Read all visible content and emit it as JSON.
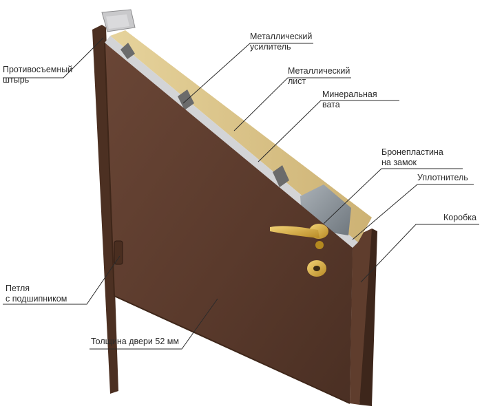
{
  "colors": {
    "door_leaf": "#5a3a2c",
    "door_edge": "#3e2619",
    "frame": "#6b4532",
    "insulation": "#d9c389",
    "metal_edge": "#cfd0d2",
    "lock_plate": "#8f959b",
    "fittings": "#c9a23a",
    "leader": "#2b2b2b"
  },
  "callouts": {
    "anti_removal_pin": {
      "line1": "Противосъемный",
      "line2": "штырь"
    },
    "metal_reinforcement": {
      "line1": "Металлический",
      "line2": "усилитель"
    },
    "metal_sheet": {
      "line1": "Металлический",
      "line2": "лист"
    },
    "mineral_wool": {
      "line1": "Минеральная",
      "line2": "вата"
    },
    "armor_plate": {
      "line1": "Бронепластина",
      "line2": "на замок"
    },
    "seal": {
      "line1": "Уплотнитель"
    },
    "frame": {
      "line1": "Коробка"
    },
    "hinge": {
      "line1": "Петля",
      "line2": "с подшипником"
    },
    "thickness": {
      "line1": "Толщина двери 52 мм"
    }
  }
}
